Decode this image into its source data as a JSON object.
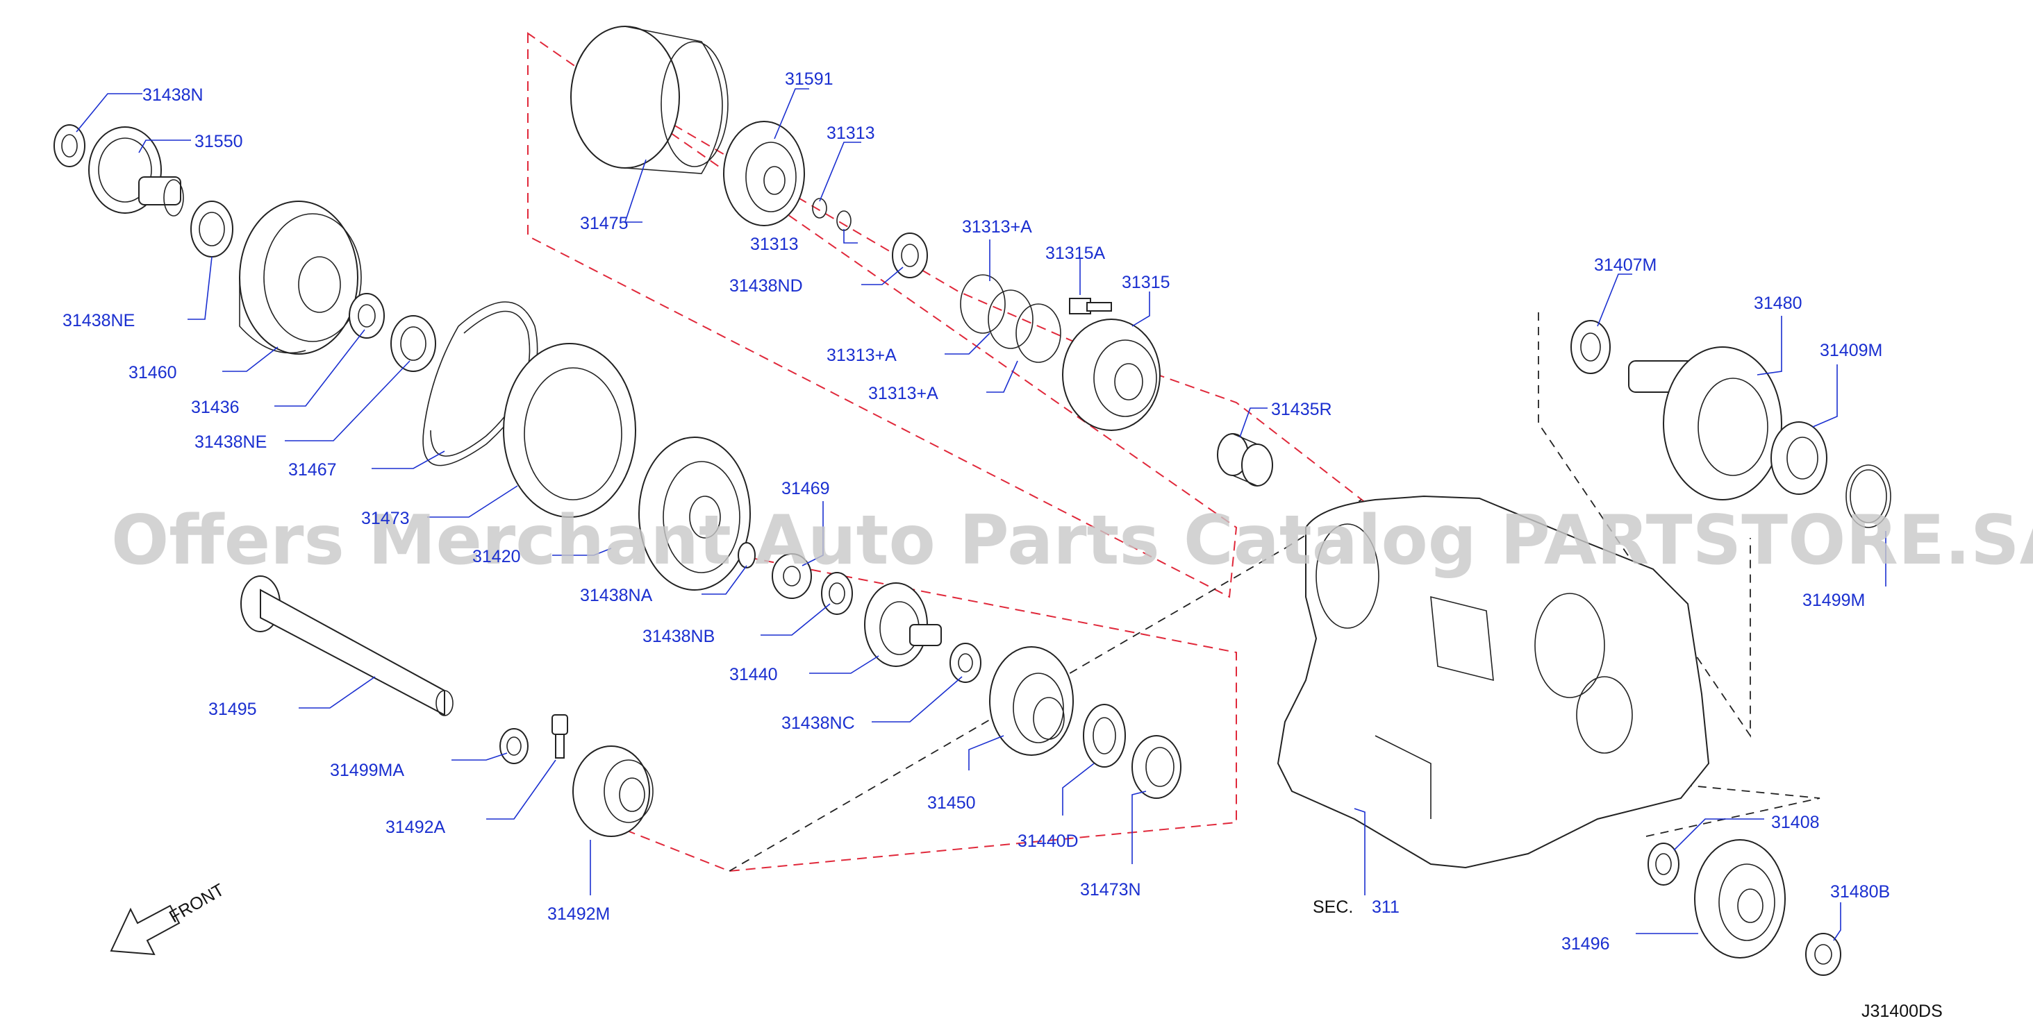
{
  "watermark": "Offers Merchant Auto Parts Catalog PARTSTORE.SA",
  "diagram_code": "J31400DS",
  "front_label": "FRONT",
  "section_ref": {
    "prefix": "SEC.",
    "number": "311"
  },
  "parts": [
    {
      "id": "31438N",
      "label": "31438N"
    },
    {
      "id": "31550",
      "label": "31550"
    },
    {
      "id": "31438NE_a",
      "label": "31438NE"
    },
    {
      "id": "31460",
      "label": "31460"
    },
    {
      "id": "31436",
      "label": "31436"
    },
    {
      "id": "31438NE_b",
      "label": "31438NE"
    },
    {
      "id": "31467",
      "label": "31467"
    },
    {
      "id": "31473",
      "label": "31473"
    },
    {
      "id": "31420",
      "label": "31420"
    },
    {
      "id": "31475",
      "label": "31475"
    },
    {
      "id": "31591",
      "label": "31591"
    },
    {
      "id": "31313_a",
      "label": "31313"
    },
    {
      "id": "31313_b",
      "label": "31313"
    },
    {
      "id": "31438ND",
      "label": "31438ND"
    },
    {
      "id": "31313A_a",
      "label": "31313+A"
    },
    {
      "id": "31313A_b",
      "label": "31313+A"
    },
    {
      "id": "31313A_c",
      "label": "31313+A"
    },
    {
      "id": "31315A",
      "label": "31315A"
    },
    {
      "id": "31315",
      "label": "31315"
    },
    {
      "id": "31435R",
      "label": "31435R"
    },
    {
      "id": "31469",
      "label": "31469"
    },
    {
      "id": "31438NA",
      "label": "31438NA"
    },
    {
      "id": "31438NB",
      "label": "31438NB"
    },
    {
      "id": "31440",
      "label": "31440"
    },
    {
      "id": "31438NC",
      "label": "31438NC"
    },
    {
      "id": "31450",
      "label": "31450"
    },
    {
      "id": "31440D",
      "label": "31440D"
    },
    {
      "id": "31473N",
      "label": "31473N"
    },
    {
      "id": "31495",
      "label": "31495"
    },
    {
      "id": "31499MA",
      "label": "31499MA"
    },
    {
      "id": "31492A",
      "label": "31492A"
    },
    {
      "id": "31492M",
      "label": "31492M"
    },
    {
      "id": "31407M",
      "label": "31407M"
    },
    {
      "id": "31480",
      "label": "31480"
    },
    {
      "id": "31409M",
      "label": "31409M"
    },
    {
      "id": "31499M",
      "label": "31499M"
    },
    {
      "id": "31408",
      "label": "31408"
    },
    {
      "id": "31480B",
      "label": "31480B"
    },
    {
      "id": "31496",
      "label": "31496"
    }
  ]
}
